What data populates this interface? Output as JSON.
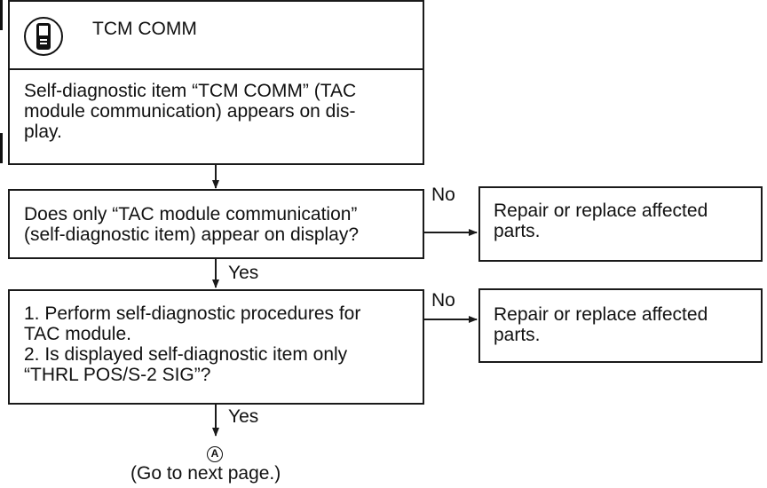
{
  "header": {
    "icon": "consult-tester-icon",
    "title": "TCM COMM"
  },
  "steps": [
    {
      "text": "Self-diagnostic item “TCM COMM” (TAC\nmodule communication) appears on dis-\nplay."
    },
    {
      "text": "Does only “TAC module communication”\n(self-diagnostic item) appear on display?"
    },
    {
      "text": "1. Perform self-diagnostic procedures for\n    TAC module.\n2. Is displayed self-diagnostic item only\n    “THRL POS/S-2 SIG”?"
    }
  ],
  "results": [
    {
      "text": "Repair or replace affected\nparts."
    },
    {
      "text": "Repair or replace affected\nparts."
    }
  ],
  "labels": {
    "no_1": "No",
    "yes_1": "Yes",
    "no_2": "No",
    "yes_2": "Yes"
  },
  "connector": {
    "symbol": "A",
    "caption": "(Go to next page.)"
  },
  "colors": {
    "line": "#1a1a1a",
    "background": "#ffffff"
  }
}
